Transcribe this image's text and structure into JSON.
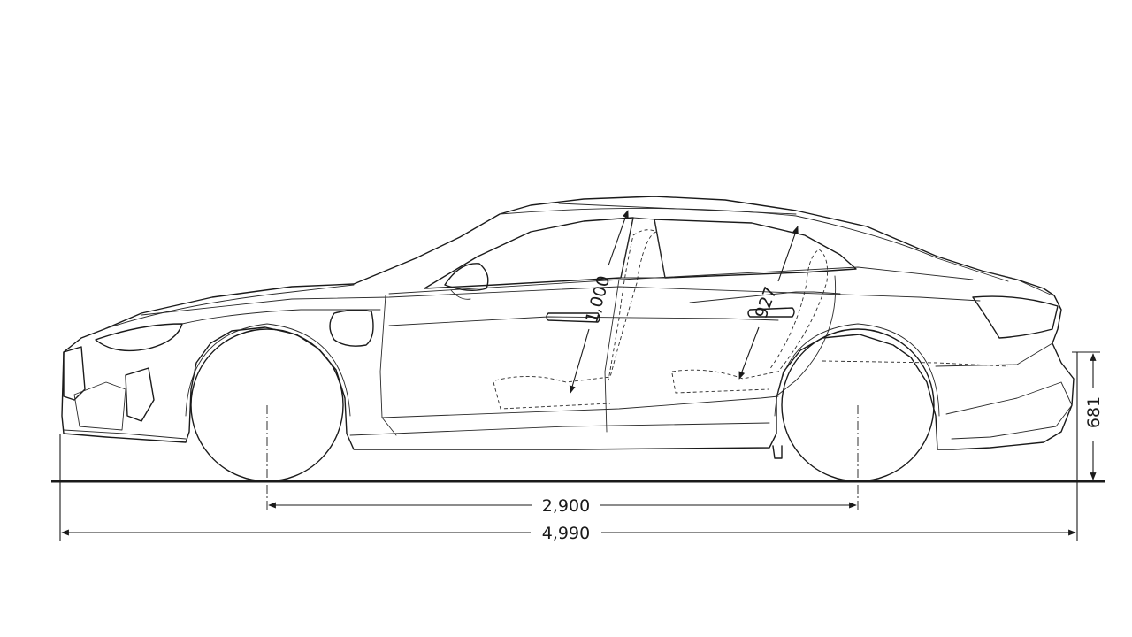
{
  "drawing": {
    "dimensions": {
      "overall_length": "4,990",
      "wheelbase": "2,900",
      "rear_overhang_height": "681",
      "front_headroom": "1,000",
      "rear_headroom": "927"
    }
  }
}
